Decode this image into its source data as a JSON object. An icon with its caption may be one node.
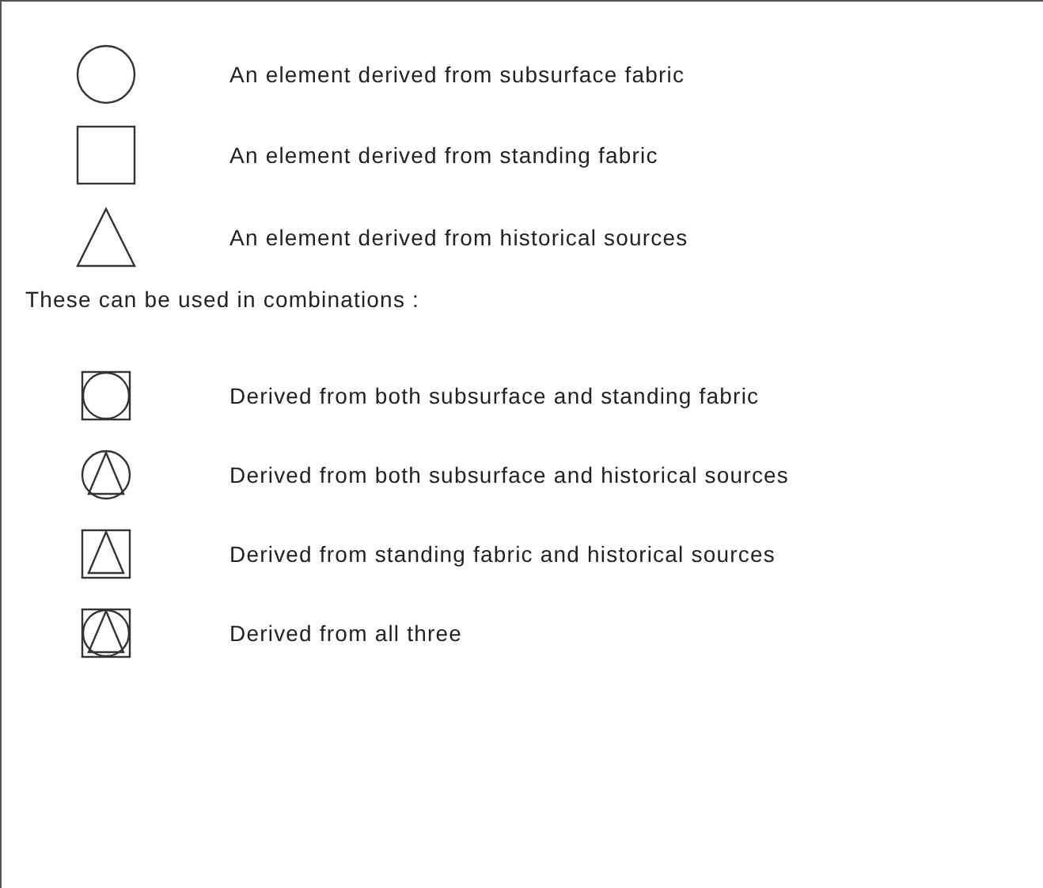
{
  "diagram": {
    "labels": [
      "These can be used in combinations :"
    ],
    "legend": [
      {
        "text": "An element derived from subsurface fabric"
      },
      {
        "text": "An element derived from standing fabric"
      },
      {
        "text": "An element derived from historical sources"
      },
      {
        "text": "Derived from both subsurface and standing fabric"
      },
      {
        "text": "Derived from both subsurface and historical sources"
      },
      {
        "text": "Derived from standing fabric and historical sources"
      },
      {
        "text": "Derived from all three"
      }
    ]
  }
}
